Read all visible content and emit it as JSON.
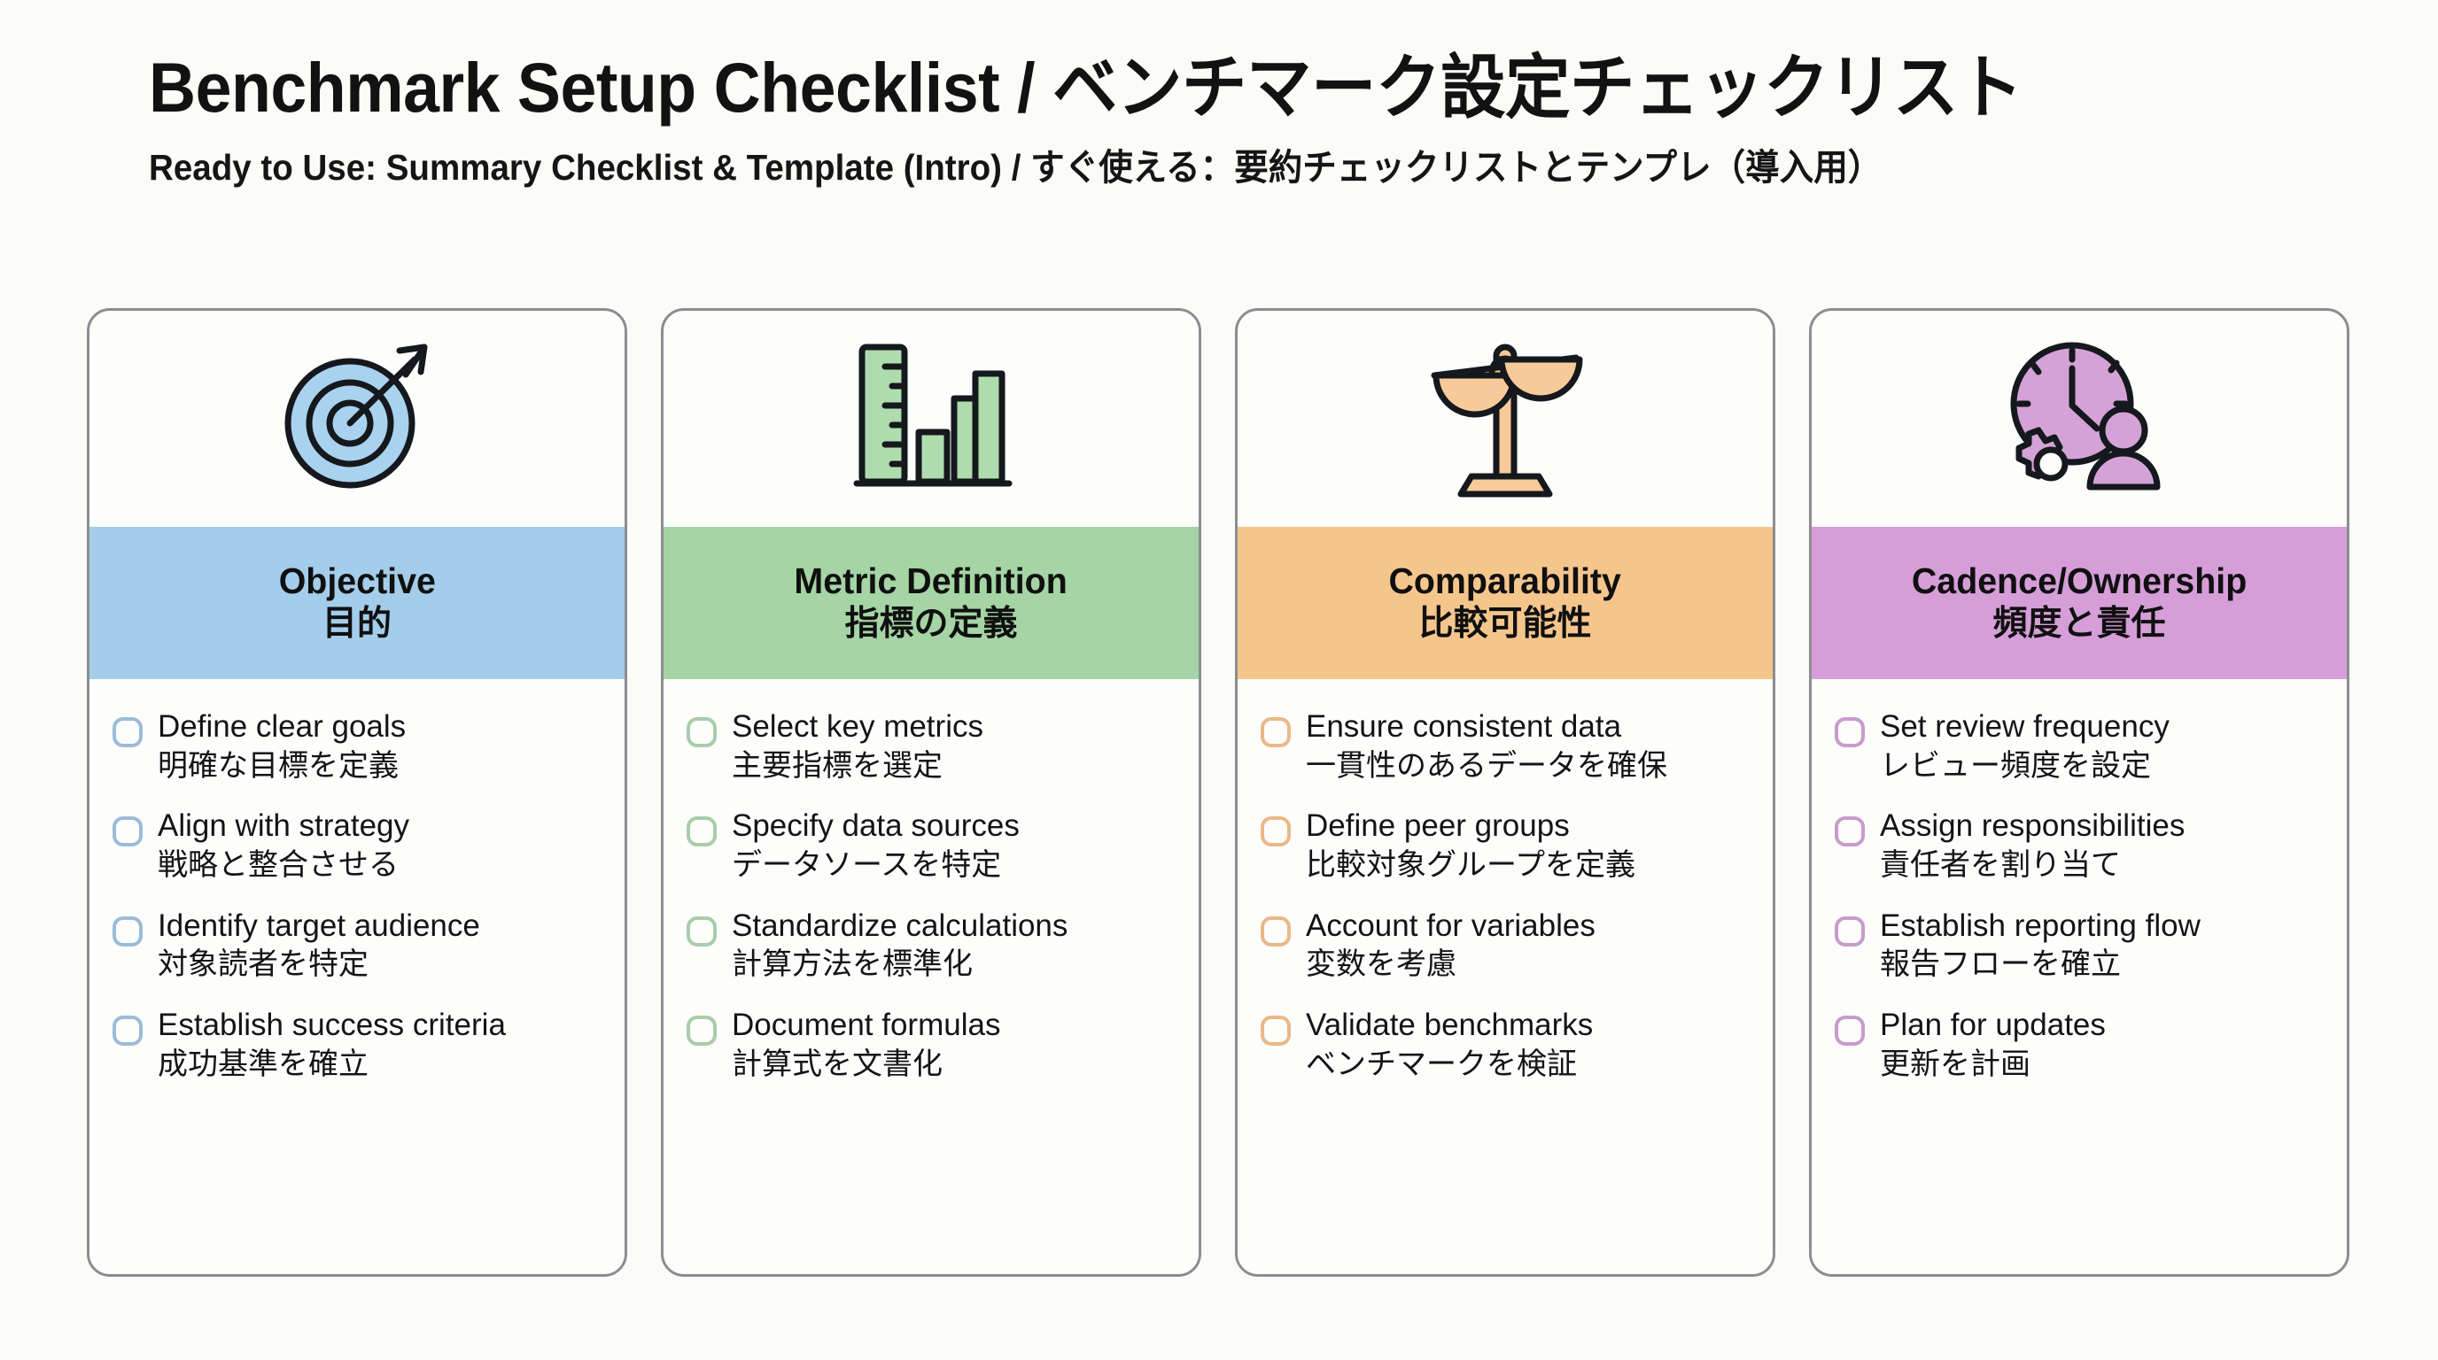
{
  "header": {
    "title": "Benchmark Setup Checklist / ベンチマーク設定チェックリスト",
    "subtitle": "Ready to Use: Summary Checklist & Template (Intro) / すぐ使える：要約チェックリストとテンプレ（導入用）"
  },
  "cards": [
    {
      "id": "objective",
      "icon": "target-arrow-icon",
      "band_color": "#a3cdea",
      "accent_color": "#9bbcd8",
      "icon_fill": "#a9d2ef",
      "title_en": "Objective",
      "title_ja": "目的",
      "items": [
        {
          "en": "Define clear goals",
          "ja": "明確な目標を定義"
        },
        {
          "en": "Align with strategy",
          "ja": "戦略と整合させる"
        },
        {
          "en": "Identify target audience",
          "ja": "対象読者を特定"
        },
        {
          "en": "Establish success criteria",
          "ja": "成功基準を確立"
        }
      ]
    },
    {
      "id": "metric-definition",
      "icon": "ruler-bar-chart-icon",
      "band_color": "#a5d4a5",
      "accent_color": "#a8cda8",
      "icon_fill": "#aedcae",
      "title_en": "Metric Definition",
      "title_ja": "指標の定義",
      "items": [
        {
          "en": "Select key metrics",
          "ja": "主要指標を選定"
        },
        {
          "en": "Specify data sources",
          "ja": "データソースを特定"
        },
        {
          "en": "Standardize calculations",
          "ja": "計算方法を標準化"
        },
        {
          "en": "Document formulas",
          "ja": "計算式を文書化"
        }
      ]
    },
    {
      "id": "comparability",
      "icon": "balance-scales-icon",
      "band_color": "#f5c68c",
      "accent_color": "#eab887",
      "icon_fill": "#f7cb99",
      "title_en": "Comparability",
      "title_ja": "比較可能性",
      "items": [
        {
          "en": "Ensure consistent data",
          "ja": "一貫性のあるデータを確保"
        },
        {
          "en": "Define peer groups",
          "ja": "比較対象グループを定義"
        },
        {
          "en": "Account for variables",
          "ja": "変数を考慮"
        },
        {
          "en": "Validate benchmarks",
          "ja": "ベンチマークを検証"
        }
      ]
    },
    {
      "id": "cadence-ownership",
      "icon": "clock-gear-person-icon",
      "band_color": "#d69ed9",
      "accent_color": "#c79ccb",
      "icon_fill": "#d5a2d8",
      "title_en": "Cadence/Ownership",
      "title_ja": "頻度と責任",
      "items": [
        {
          "en": "Set review frequency",
          "ja": "レビュー頻度を設定"
        },
        {
          "en": "Assign responsibilities",
          "ja": "責任者を割り当て"
        },
        {
          "en": "Establish reporting flow",
          "ja": "報告フローを確立"
        },
        {
          "en": "Plan for updates",
          "ja": "更新を計画"
        }
      ]
    }
  ]
}
